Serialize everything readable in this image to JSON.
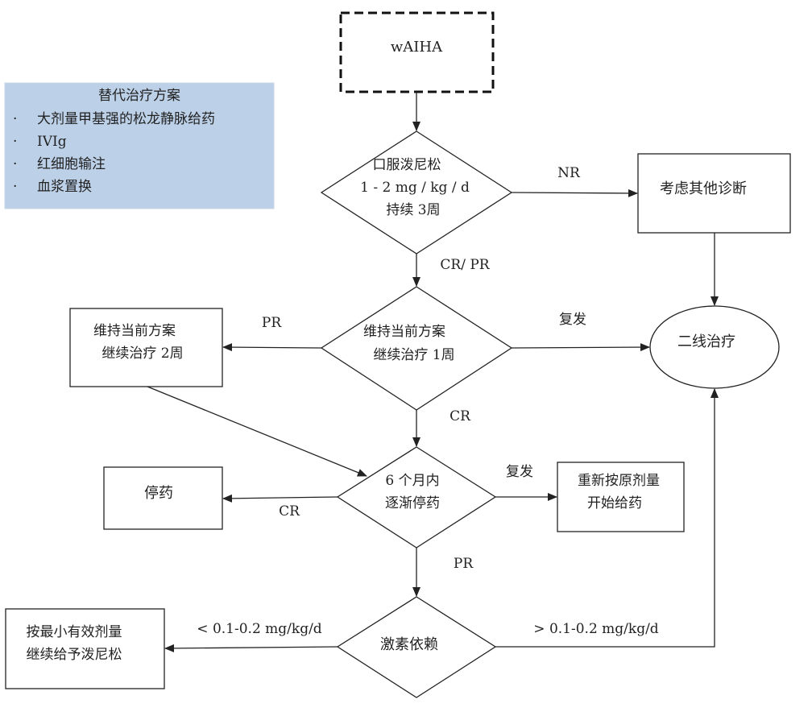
{
  "sidebar": {
    "title": "替代治疗方案",
    "bullet": "·",
    "items": [
      "大剂量甲基强的松龙静脉给药",
      "IVIg",
      "红细胞输注",
      "血浆置换"
    ]
  },
  "nodes": {
    "start": "wAIHA",
    "oral": [
      "口服泼尼松",
      "1 - 2 mg / kg / d",
      "持续 3周"
    ],
    "other_dx": "考虑其他诊断",
    "maintain1": [
      "维持当前方案",
      "继续治疗 1周"
    ],
    "maintain2": [
      "维持当前方案",
      "继续治疗 2周"
    ],
    "second_line": "二线治疗",
    "taper": [
      "6 个月内",
      "逐渐停药"
    ],
    "stop": "停药",
    "restart": [
      "重新按原剂量",
      "开始给药"
    ],
    "dependent": "激素依赖",
    "min_dose": [
      "按最小有效剂量",
      "继续给予泼尼松"
    ]
  },
  "edges": {
    "nr": "NR",
    "cr_pr": "CR/ PR",
    "pr_left": "PR",
    "relapse1": "复发",
    "cr_down": "CR",
    "relapse2": "复发",
    "cr_left": "CR",
    "pr_down": "PR",
    "low_dose": "< 0.1-0.2 mg/kg/d",
    "high_dose": "> 0.1-0.2 mg/kg/d"
  }
}
